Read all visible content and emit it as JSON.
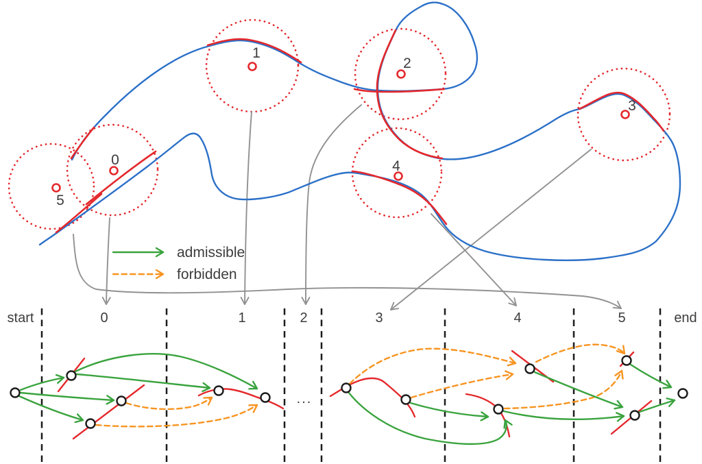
{
  "colors": {
    "trajectory_blue": "#2b70c8",
    "segment_red": "#e4282c",
    "admissible_green": "#3aa33e",
    "forbidden_orange": "#f79421",
    "mapping_gray": "#919191",
    "text_dark": "#3c3c3c",
    "node_black": "#1b1b1b"
  },
  "legend": {
    "admissible_label": "admissible",
    "forbidden_label": "forbidden"
  },
  "top_diagram": {
    "waypoints": [
      {
        "label": "0"
      },
      {
        "label": "1"
      },
      {
        "label": "2"
      },
      {
        "label": "3"
      },
      {
        "label": "4"
      },
      {
        "label": "5"
      }
    ]
  },
  "bottom_graph": {
    "column_labels": [
      "start",
      "0",
      "1",
      "2",
      "3",
      "4",
      "5",
      "end"
    ],
    "ellipsis": "..."
  }
}
